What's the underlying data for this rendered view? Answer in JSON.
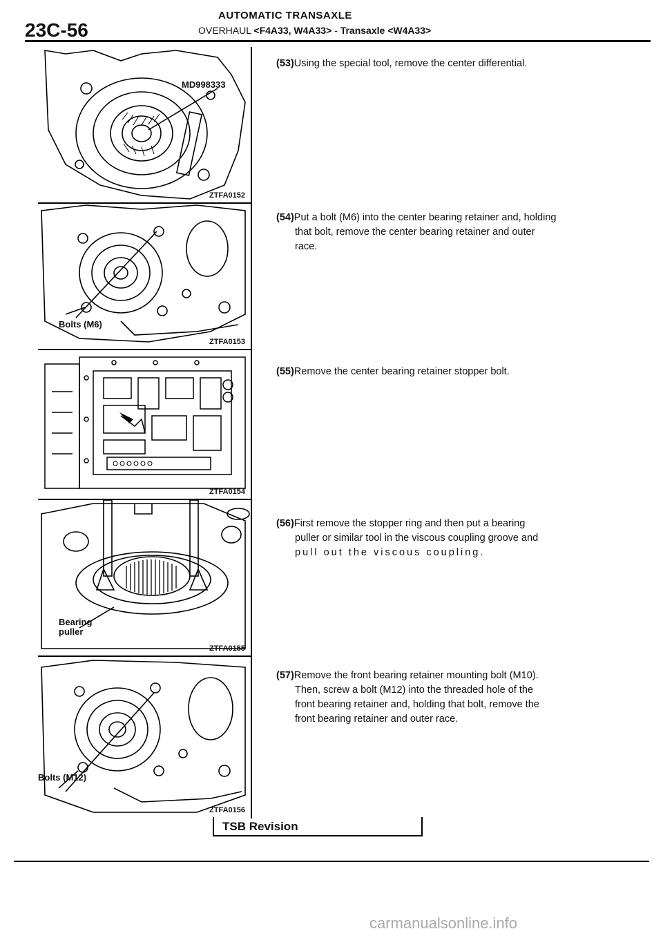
{
  "header": {
    "page_number": "23C-56",
    "title": "AUTOMATIC TRANSAXLE",
    "subtitle_prefix": "OVERHAUL",
    "subtitle_models": "<F4A33, W4A33>",
    "subtitle_sep": " - ",
    "subtitle_transaxle": "Transaxle <W4A33>"
  },
  "figures": [
    {
      "code": "ZTFA0152",
      "label": "MD998333"
    },
    {
      "code": "ZTFA0153",
      "label": "Bolts (M6)"
    },
    {
      "code": "ZTFA0154",
      "label": ""
    },
    {
      "code": "ZTFA0155",
      "label": "Bearing puller",
      "label_l1": "Bearing",
      "label_l2": "puller"
    },
    {
      "code": "ZTFA0156",
      "label": "Bolts (M12)"
    }
  ],
  "steps": [
    {
      "num": "(53)",
      "lines": [
        "Using the special tool, remove the center differential."
      ]
    },
    {
      "num": "(54)",
      "lines": [
        "Put a bolt (M6) into the center bearing retainer and, holding",
        "that bolt, remove the center bearing retainer and outer",
        "race."
      ]
    },
    {
      "num": "(55)",
      "lines": [
        "Remove the center bearing retainer stopper bolt."
      ]
    },
    {
      "num": "(56)",
      "lines": [
        "First remove the stopper ring and then put a bearing",
        "puller or similar tool in the viscous coupling groove and",
        "pull out the viscous coupling."
      ]
    },
    {
      "num": "(57)",
      "lines": [
        "Remove the front bearing retainer mounting bolt (M10).",
        "Then, screw a bolt (M12) into the threaded hole of the",
        "front bearing retainer and, holding that bolt, remove the",
        "front bearing retainer and outer race."
      ]
    }
  ],
  "footer": {
    "tsb": "TSB Revision",
    "watermark": "carmanualsonline.info"
  }
}
